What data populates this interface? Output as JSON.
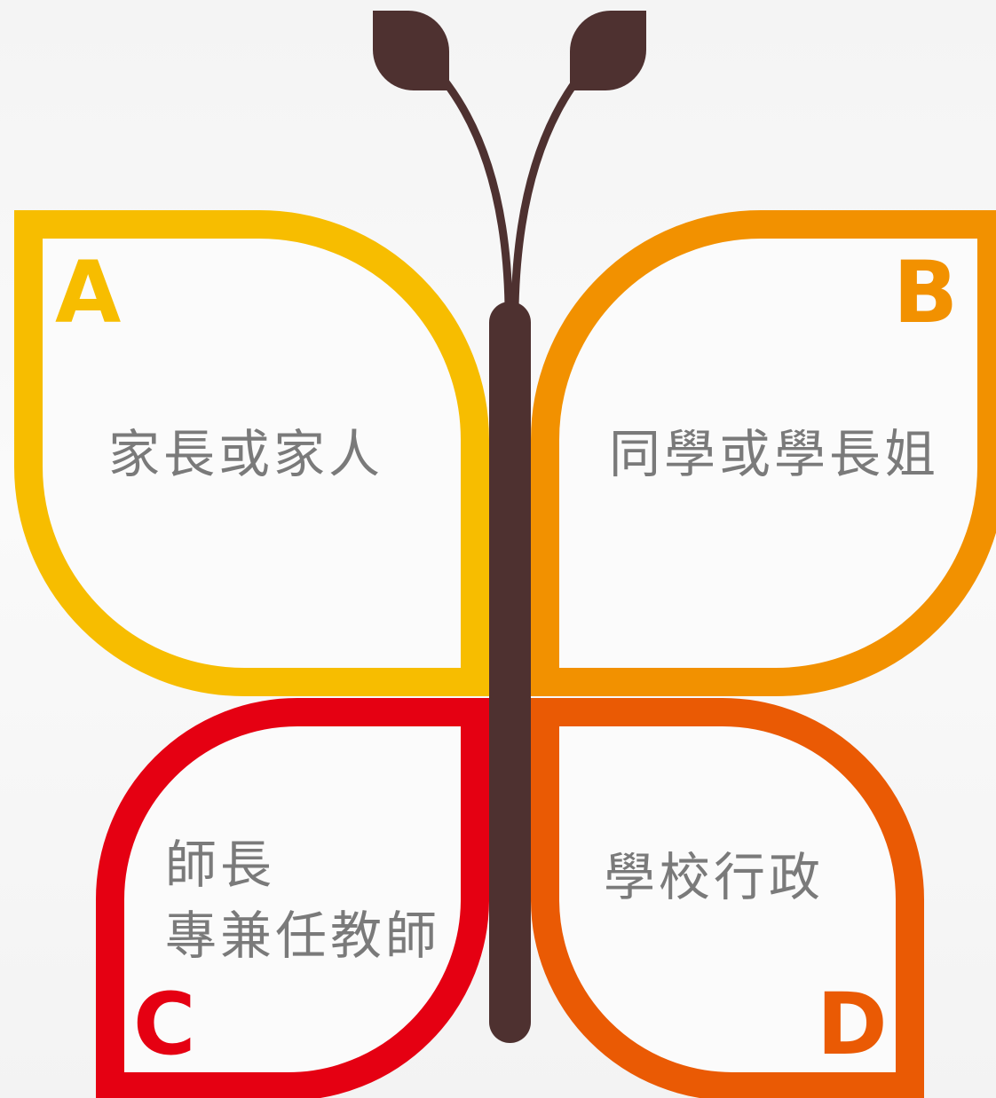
{
  "colors": {
    "body": "#4e3130",
    "wing_a": "#f7bd00",
    "wing_b": "#f29100",
    "wing_c": "#e50012",
    "wing_d": "#ea5a04",
    "text": "#7a7a7a"
  },
  "wings": {
    "a": {
      "letter": "A",
      "label": "家長或家人"
    },
    "b": {
      "letter": "B",
      "label": "同學或學長姐"
    },
    "c": {
      "letter": "C",
      "label_line1": "師長",
      "label_line2": "專兼任教師"
    },
    "d": {
      "letter": "D",
      "label": "學校行政"
    }
  }
}
